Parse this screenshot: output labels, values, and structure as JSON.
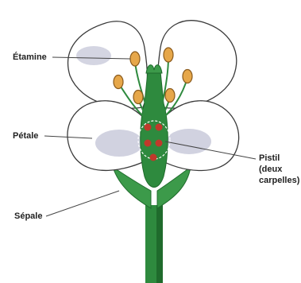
{
  "labels": {
    "etamine": "Étamine",
    "petale": "Pétale",
    "pistil": [
      "Pistil",
      "(deux",
      "carpelles)"
    ],
    "sepale": "Sépale"
  },
  "colors": {
    "petal_fill": "#ffffff",
    "petal_outline": "#3a3a3a",
    "petal_shade": "#c9cadb",
    "stem": "#2e8a3e",
    "stem_dark": "#1f6b2c",
    "sepal": "#3c9a4a",
    "anther": "#e6a74a",
    "anther_outline": "#8a5a1c",
    "ovule": "#c0392b",
    "label_line": "#444444"
  }
}
